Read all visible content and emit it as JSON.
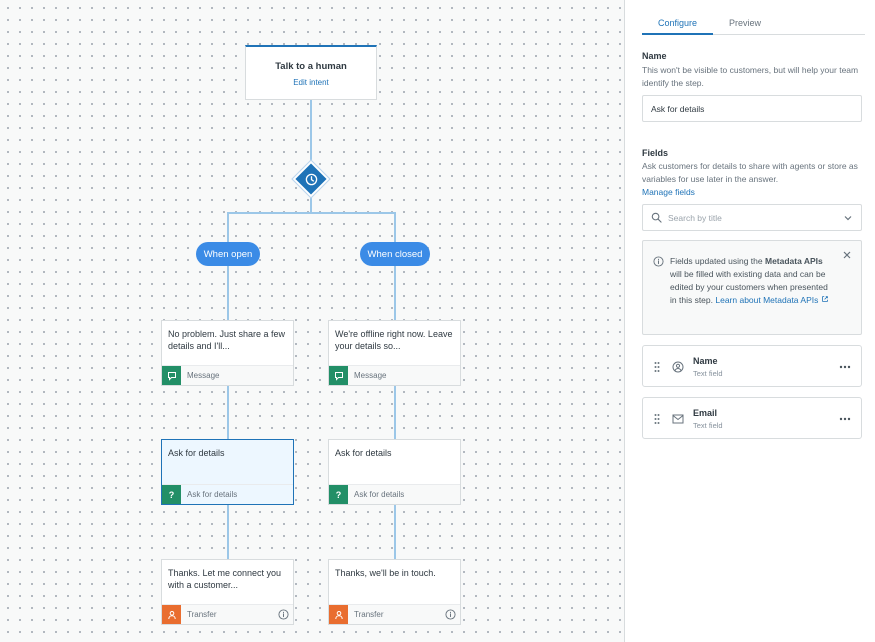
{
  "flow": {
    "root": {
      "title": "Talk to a human",
      "link": "Edit intent"
    },
    "branches": [
      {
        "label": "When open",
        "message": {
          "text": "No problem. Just share a few details and I'll...",
          "type": "Message"
        },
        "ask": {
          "text": "Ask for details",
          "type": "Ask for details"
        },
        "transfer": {
          "text": "Thanks. Let me connect you with a customer...",
          "type": "Transfer"
        }
      },
      {
        "label": "When closed",
        "message": {
          "text": "We're offline right now. Leave your details so...",
          "type": "Message"
        },
        "ask": {
          "text": "Ask for details",
          "type": "Ask for details"
        },
        "transfer": {
          "text": "Thanks, we'll be in touch.",
          "type": "Transfer"
        }
      }
    ]
  },
  "panel": {
    "tabs": [
      "Configure",
      "Preview"
    ],
    "name_section": {
      "heading": "Name",
      "description": "This won't be visible to customers, but will help your team identify the step.",
      "value": "Ask for details"
    },
    "fields_section": {
      "heading": "Fields",
      "description": "Ask customers for details to share with agents or store as variables for use later in the answer.",
      "manage_link": "Manage fields",
      "search_placeholder": "Search by title"
    },
    "notice": {
      "pre": "Fields updated using the ",
      "bold": "Metadata APIs",
      "post": " will be filled with existing data and can be edited by your customers when presented in this step. ",
      "link": "Learn about Metadata APIs"
    },
    "fields": [
      {
        "name": "Name",
        "type": "Text field"
      },
      {
        "name": "Email",
        "type": "Text field"
      }
    ]
  },
  "colors": {
    "accent": "#1f73b7",
    "pill": "#3b8be6",
    "message": "#228f67",
    "transfer": "#e96d2f"
  }
}
